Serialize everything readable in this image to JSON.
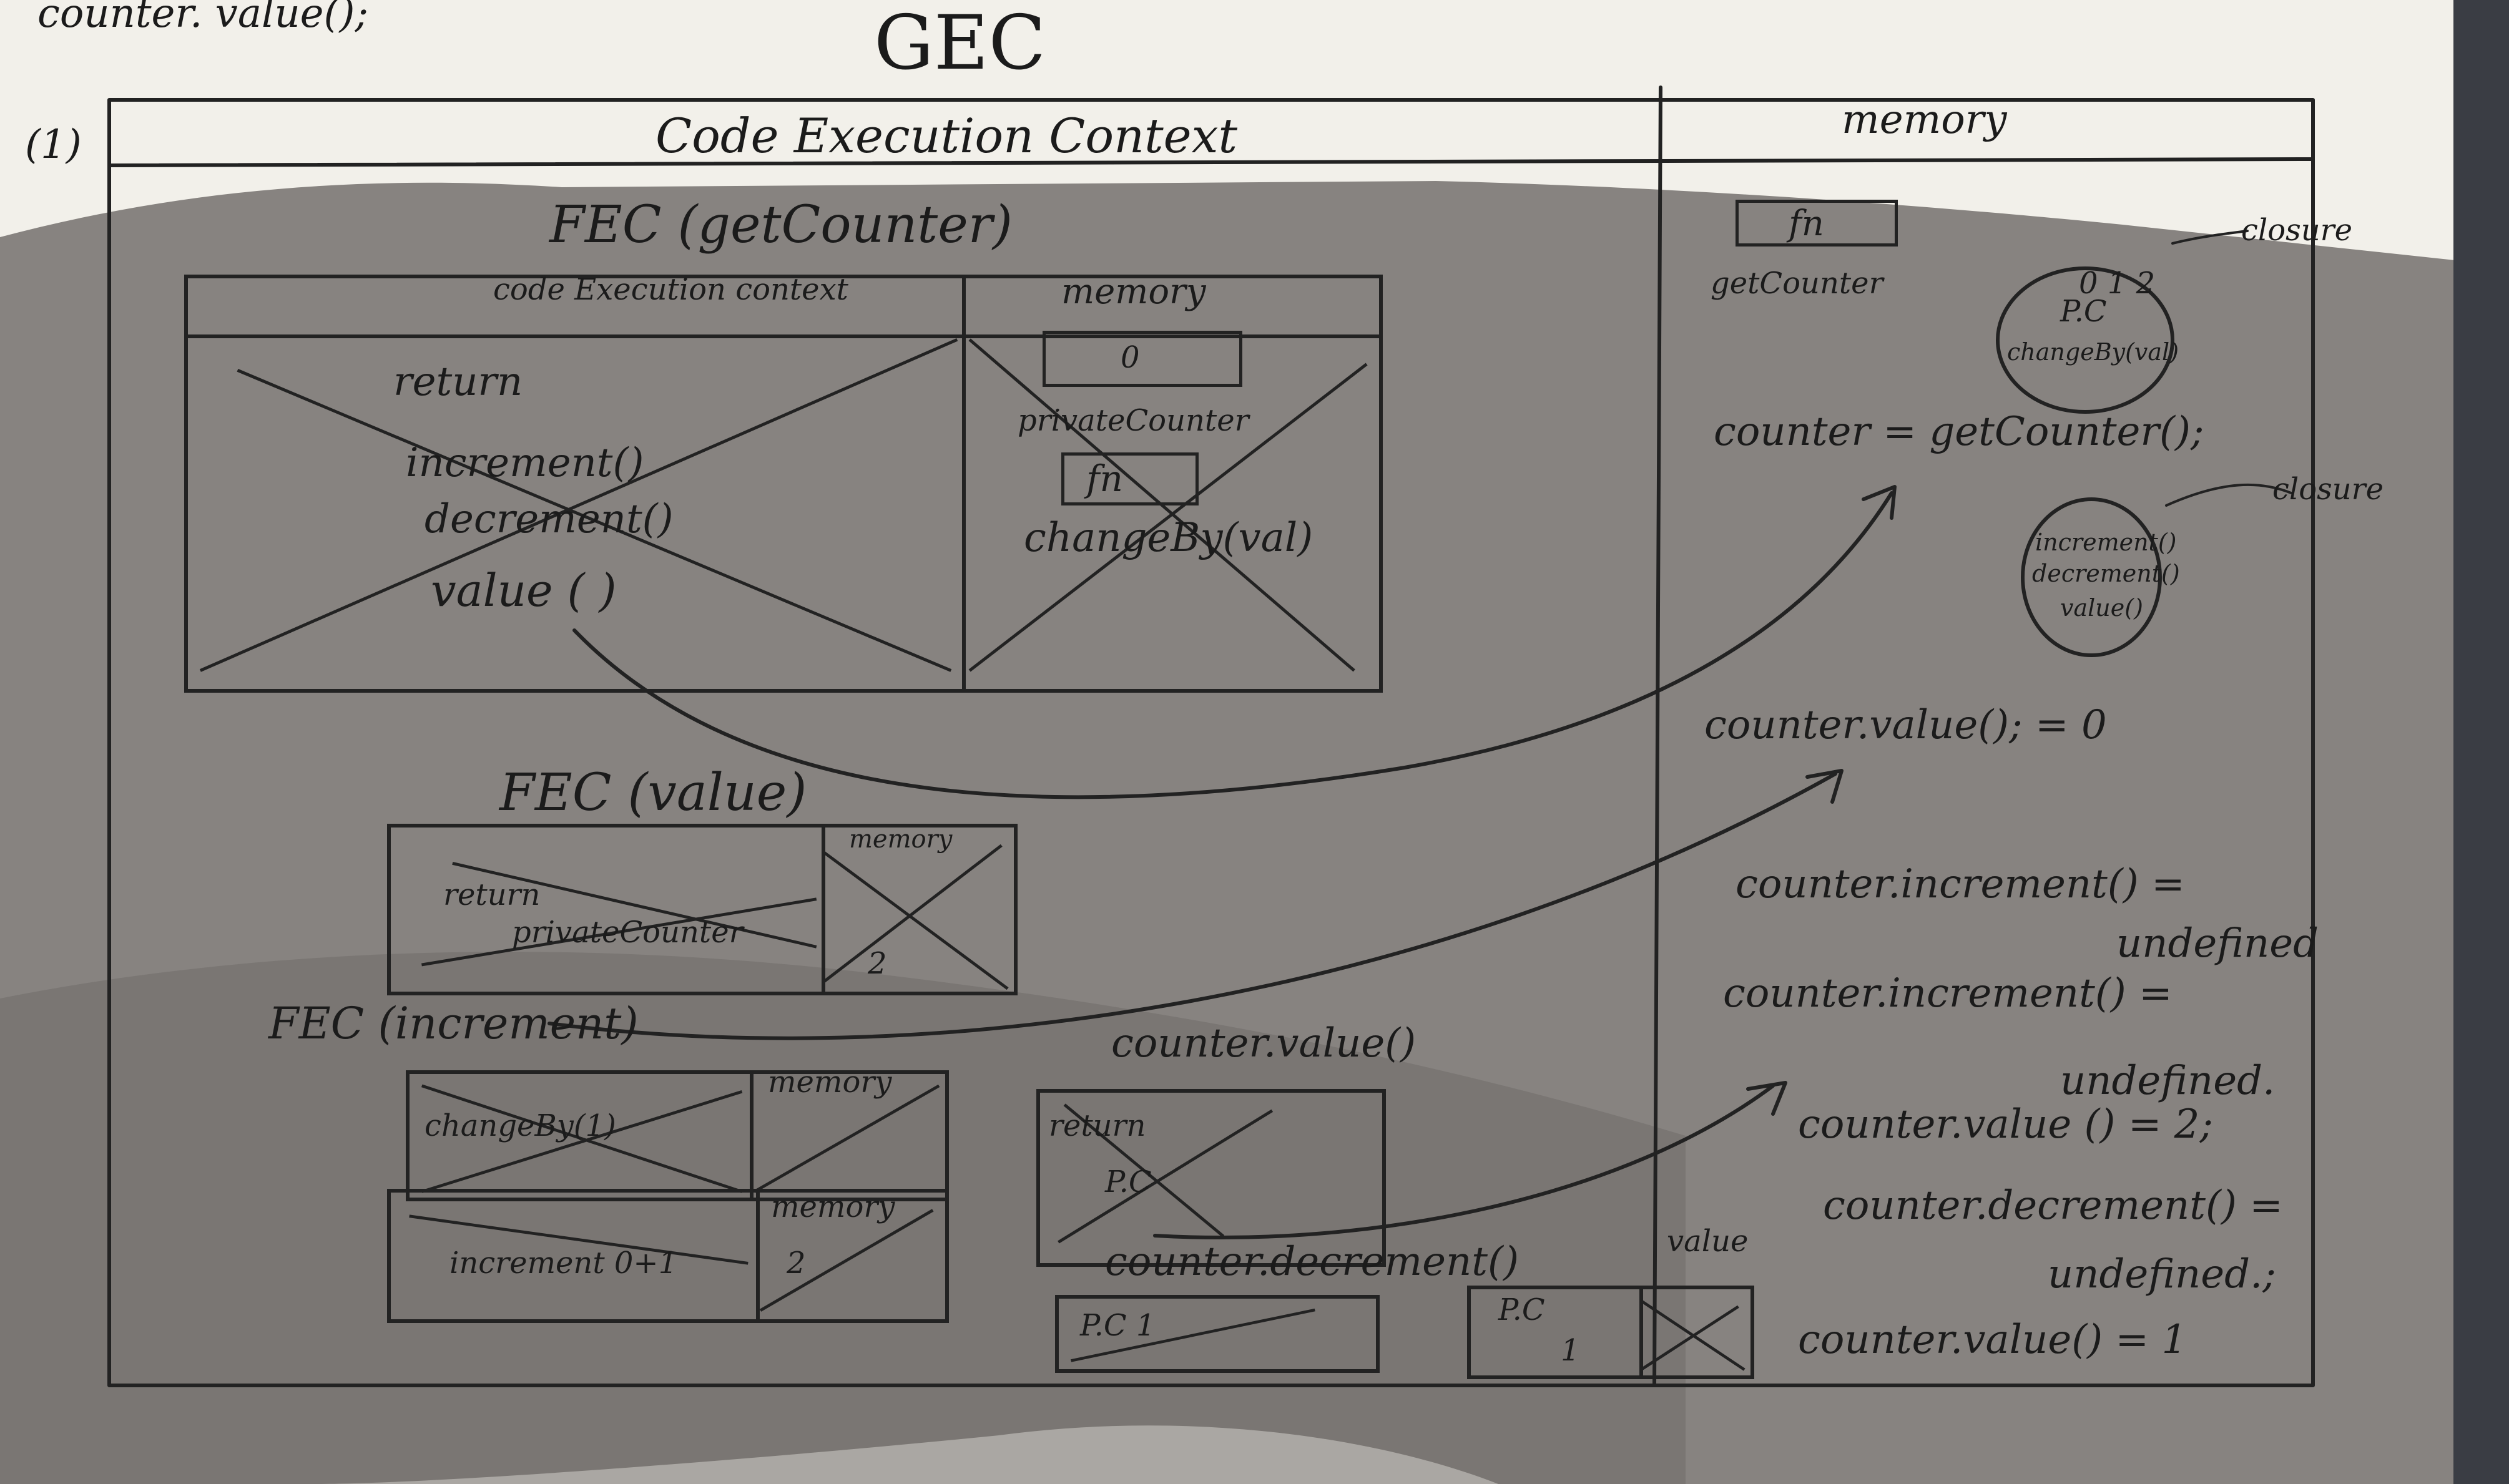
{
  "top_scribble": "counter. value();",
  "gec_title": "GEC",
  "step_number": "(1)",
  "panels": {
    "code_header": "Code Execution Context",
    "memory_header": "memory"
  },
  "fec_getcounter": {
    "title": "FEC (getCounter)",
    "code_header": "code Execution context",
    "memory_header": "memory",
    "code_lines": [
      "return",
      "increment()",
      "decrement()",
      "value ( )"
    ],
    "private_counter_value": "0",
    "private_counter_label": "privateCounter",
    "fn_box": "fn",
    "changeby_label": "changeBy(val)"
  },
  "fec_value": {
    "title": "FEC (value)",
    "memory_header": "memory",
    "code_lines": [
      "return",
      "privateCounter"
    ],
    "memory_value": "2"
  },
  "fec_increment": {
    "title": "FEC (increment)",
    "memory_header": "memory",
    "code_line": "changeBy(1)",
    "inner_memory_header": "memory",
    "inner_line": "increment 0+1",
    "inner_value": "2"
  },
  "counter_value_call": {
    "label": "counter.value()",
    "code_lines": [
      "return",
      "P.C"
    ]
  },
  "counter_decrement_call": {
    "label": "counter.decrement()",
    "value_label": "value",
    "left_box_text": "P.C 1",
    "right_box_top": "P.C",
    "right_box_bottom": "1"
  },
  "gec_memory": {
    "fn_box": "fn",
    "getcounter_label": "getCounter",
    "closure1_label": "closure",
    "closure1_pc": "P.C",
    "closure1_values": "0 1 2",
    "closure1_changeby": "changeBy(val)",
    "closure2_label": "closure",
    "closure2_items": [
      "increment()",
      "decrement()",
      "value()"
    ]
  },
  "gec_statements": [
    "counter = getCounter();",
    "counter.value(); = 0",
    "counter.increment() =",
    "undefined",
    "counter.increment() =",
    "undefined.",
    "counter.value () = 2;",
    "counter.decrement() =",
    "undefined.;",
    "counter.value() = 1"
  ],
  "colors": {
    "paper": "#f2f0ea",
    "shadow": "#7e7a76",
    "ink": "#222222"
  }
}
